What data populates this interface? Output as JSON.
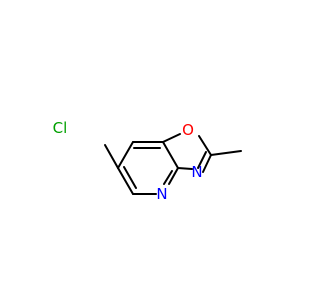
{
  "molecule": {
    "atoms": {
      "cl": {
        "label": "Cl",
        "color": "#00a000"
      },
      "o": {
        "label": "O",
        "color": "#ff0000"
      },
      "n_oxazole": {
        "label": "N",
        "color": "#0000ff"
      },
      "n_pyridine": {
        "label": "N",
        "color": "#0000ff"
      }
    },
    "bond_color": "#000000"
  }
}
